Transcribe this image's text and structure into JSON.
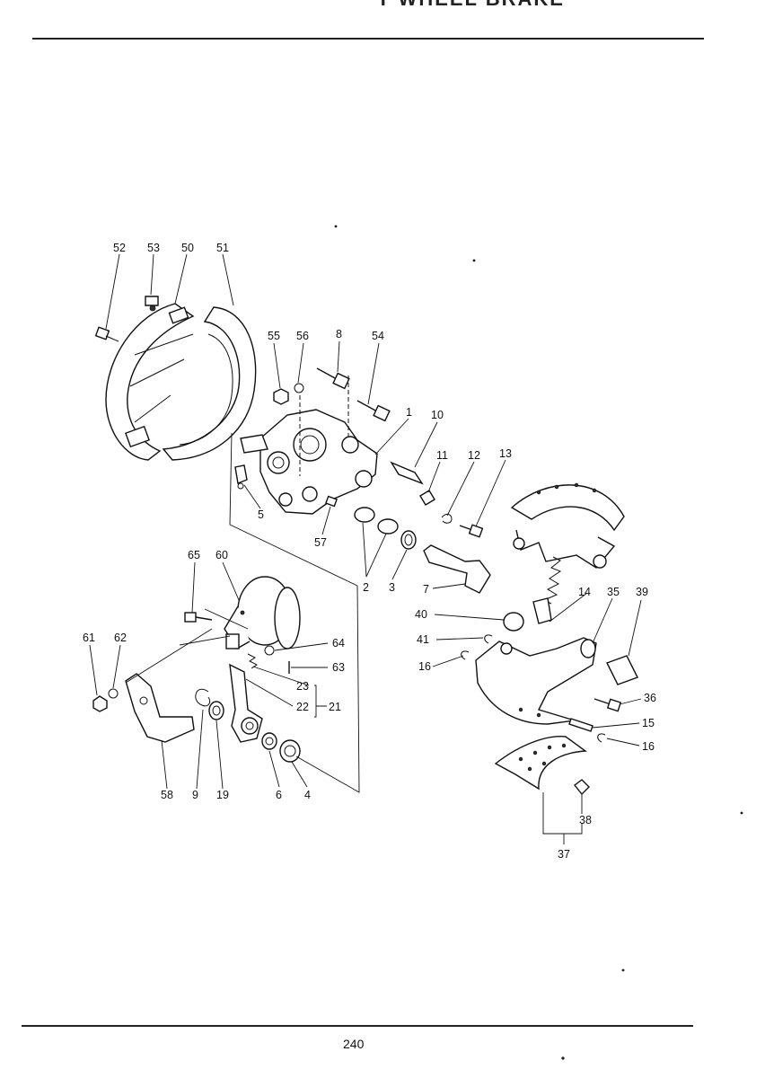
{
  "header": {
    "title_partial": "T WHEEL BRAKE"
  },
  "footer": {
    "page_number": "240"
  },
  "callouts": {
    "c52": "52",
    "c53": "53",
    "c50": "50",
    "c51": "51",
    "c55": "55",
    "c56": "56",
    "c8": "8",
    "c54": "54",
    "c1": "1",
    "c10": "10",
    "c11": "11",
    "c12": "12",
    "c13": "13",
    "c5": "5",
    "c57": "57",
    "c2": "2",
    "c3": "3",
    "c7": "7",
    "c65": "65",
    "c60": "60",
    "c61": "61",
    "c62": "62",
    "c64": "64",
    "c63": "63",
    "c23": "23",
    "c22": "22",
    "c21": "21",
    "c9": "9",
    "c19": "19",
    "c6": "6",
    "c4": "4",
    "c58": "58",
    "c14": "14",
    "c35": "35",
    "c39": "39",
    "c40": "40",
    "c41": "41",
    "c16a": "16",
    "c36": "36",
    "c15": "15",
    "c16b": "16",
    "c38": "38",
    "c37": "37"
  }
}
